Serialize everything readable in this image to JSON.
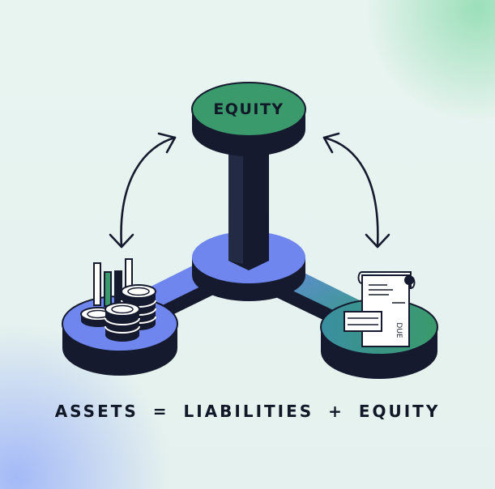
{
  "diagram": {
    "top_node_label": "EQUITY",
    "equation_text": "ASSETS = LIABILITIES + EQUITY",
    "receipt_text": "DUE",
    "icons": {
      "assets": "coins-and-bar-chart-icon",
      "liabilities": "receipt-icon",
      "relation": "double-arrow-icon"
    },
    "colors": {
      "green": "#3a9a6b",
      "blue": "#6f86ef",
      "dark": "#151a2e"
    }
  }
}
